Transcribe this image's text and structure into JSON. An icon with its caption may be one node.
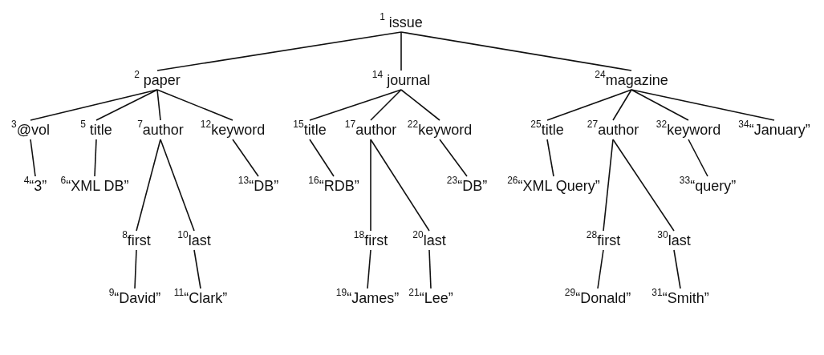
{
  "diagram": {
    "nodes": [
      {
        "text": [
          "$^{1}$ issue"
        ]
      },
      {
        "text": [
          "$^{2}$ paper"
        ]
      },
      {
        "text": [
          "$^{3}$@vol"
        ]
      },
      {
        "text": [
          "$^{4}$“3”"
        ]
      },
      {
        "text": [
          "$^{5}$ title"
        ]
      },
      {
        "text": [
          "$^{6}$“XML DB”"
        ]
      },
      {
        "text": [
          "$^{7}$author"
        ]
      },
      {
        "text": [
          "$^{8}$first"
        ]
      },
      {
        "text": [
          "$^{9}$“David”"
        ]
      },
      {
        "text": [
          "$^{10}$last"
        ]
      },
      {
        "text": [
          "$^{11}$“Clark”"
        ]
      },
      {
        "text": [
          "$^{12}$keyword"
        ]
      },
      {
        "text": [
          "$^{13}$“DB”"
        ]
      },
      {
        "text": [
          "$^{14}$ journal"
        ]
      },
      {
        "text": [
          "$^{15}$title"
        ]
      },
      {
        "text": [
          "$^{16}$“RDB”"
        ]
      },
      {
        "text": [
          "$^{17}$author"
        ]
      },
      {
        "text": [
          "$^{18}$first"
        ]
      },
      {
        "text": [
          "$^{19}$“James”"
        ]
      },
      {
        "text": [
          "$^{20}$last"
        ]
      },
      {
        "text": [
          "$^{21}$“Lee”"
        ]
      },
      {
        "text": [
          "$^{22}$keyword"
        ]
      },
      {
        "text": [
          "$^{23}$“DB”"
        ]
      },
      {
        "text": [
          "$^{24}$magazine"
        ]
      },
      {
        "text": [
          "$^{25}$title"
        ]
      },
      {
        "text": [
          "$^{26}$“XML Query”"
        ]
      },
      {
        "text": [
          "$^{27}$author"
        ]
      },
      {
        "text": [
          "$^{28}$first"
        ]
      },
      {
        "text": [
          "$^{29}$“Donald”"
        ]
      },
      {
        "text": [
          "$^{30}$last"
        ]
      },
      {
        "text": [
          "$^{31}$“Smith”"
        ]
      },
      {
        "text": [
          "$^{32}$keyword"
        ]
      },
      {
        "text": [
          "$^{33}$“query”"
        ]
      },
      {
        "text": [
          "$^{34}$“January”"
        ]
      }
    ],
    "edges": [
      {
        "from": 0,
        "to": 1,
        "arrow": "none"
      },
      {
        "from": 0,
        "to": 13,
        "arrow": "none"
      },
      {
        "from": 0,
        "to": 23,
        "arrow": "none"
      },
      {
        "from": 1,
        "to": 2,
        "arrow": "none"
      },
      {
        "from": 1,
        "to": 4,
        "arrow": "none"
      },
      {
        "from": 1,
        "to": 6,
        "arrow": "none"
      },
      {
        "from": 1,
        "to": 11,
        "arrow": "none"
      },
      {
        "from": 2,
        "to": 3,
        "arrow": "none"
      },
      {
        "from": 4,
        "to": 5,
        "arrow": "none"
      },
      {
        "from": 6,
        "to": 7,
        "arrow": "none"
      },
      {
        "from": 6,
        "to": 9,
        "arrow": "none"
      },
      {
        "from": 7,
        "to": 8,
        "arrow": "none"
      },
      {
        "from": 9,
        "to": 10,
        "arrow": "none"
      },
      {
        "from": 11,
        "to": 12,
        "arrow": "none"
      },
      {
        "from": 13,
        "to": 14,
        "arrow": "none"
      },
      {
        "from": 13,
        "to": 16,
        "arrow": "none"
      },
      {
        "from": 13,
        "to": 21,
        "arrow": "none"
      },
      {
        "from": 14,
        "to": 15,
        "arrow": "none"
      },
      {
        "from": 16,
        "to": 17,
        "arrow": "none"
      },
      {
        "from": 16,
        "to": 19,
        "arrow": "none"
      },
      {
        "from": 17,
        "to": 18,
        "arrow": "none"
      },
      {
        "from": 19,
        "to": 20,
        "arrow": "none"
      },
      {
        "from": 21,
        "to": 22,
        "arrow": "none"
      },
      {
        "from": 23,
        "to": 24,
        "arrow": "none"
      },
      {
        "from": 23,
        "to": 26,
        "arrow": "none"
      },
      {
        "from": 23,
        "to": 31,
        "arrow": "none"
      },
      {
        "from": 23,
        "to": 33,
        "arrow": "none"
      },
      {
        "from": 24,
        "to": 25,
        "arrow": "none"
      },
      {
        "from": 26,
        "to": 27,
        "arrow": "none"
      },
      {
        "from": 26,
        "to": 29,
        "arrow": "none"
      },
      {
        "from": 27,
        "to": 28,
        "arrow": "none"
      },
      {
        "from": 29,
        "to": 30,
        "arrow": "none"
      },
      {
        "from": 31,
        "to": 32,
        "arrow": "none"
      }
    ]
  }
}
